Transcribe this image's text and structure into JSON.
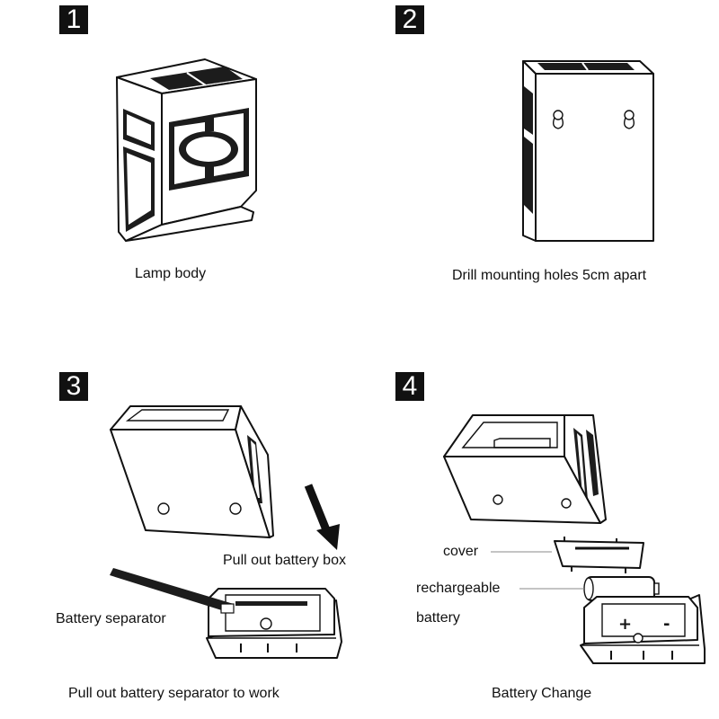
{
  "steps": [
    {
      "number": "1",
      "caption": "Lamp body"
    },
    {
      "number": "2",
      "caption": "Drill mounting holes 5cm apart"
    },
    {
      "number": "3",
      "caption": "Pull out battery separator to work"
    },
    {
      "number": "4",
      "caption": "Battery Change"
    }
  ],
  "callouts": {
    "pull_out_box": "Pull out battery box",
    "separator": "Battery separator",
    "cover": "cover",
    "rechargeable": "rechargeable",
    "battery": "battery"
  },
  "colors": {
    "ink": "#111111",
    "panel": "#1c1c1c",
    "leader": "#888888"
  }
}
